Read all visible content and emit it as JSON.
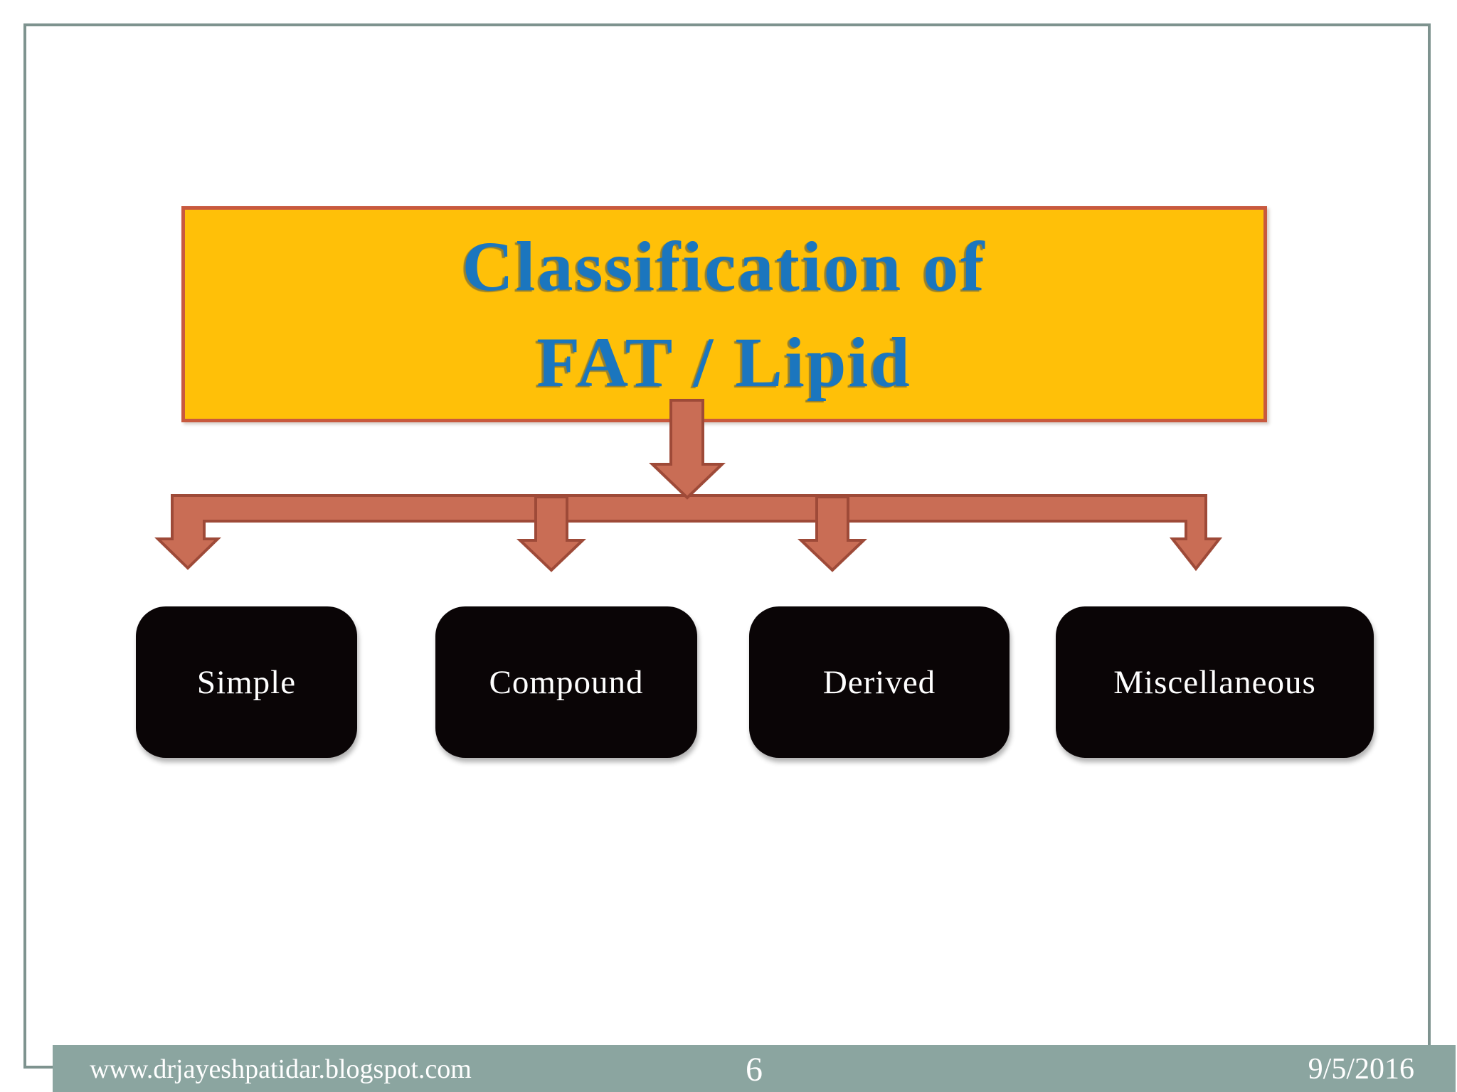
{
  "title": {
    "line1": "Classification of",
    "line2": "FAT / Lipid"
  },
  "categories": [
    {
      "label": "Simple"
    },
    {
      "label": "Compound"
    },
    {
      "label": "Derived"
    },
    {
      "label": "Miscellaneous"
    }
  ],
  "footer": {
    "website": "www.drjayeshpatidar.blogspot.com",
    "page_number": "6",
    "date": "9/5/2016"
  },
  "icons": {
    "connector_main": "down-arrow",
    "connector_branches": "branch-down-arrows"
  },
  "colors": {
    "slide_border": "#7e938f",
    "title_fill": "#ffc008",
    "title_border": "#c8593e",
    "title_text": "#1b76be",
    "arrow_fill": "#c96d55",
    "arrow_stroke": "#9e4a38",
    "node_fill": "#0a0506",
    "node_text": "#ffffff",
    "footer_fill": "#8ba5a0",
    "footer_text": "#ffffff"
  }
}
